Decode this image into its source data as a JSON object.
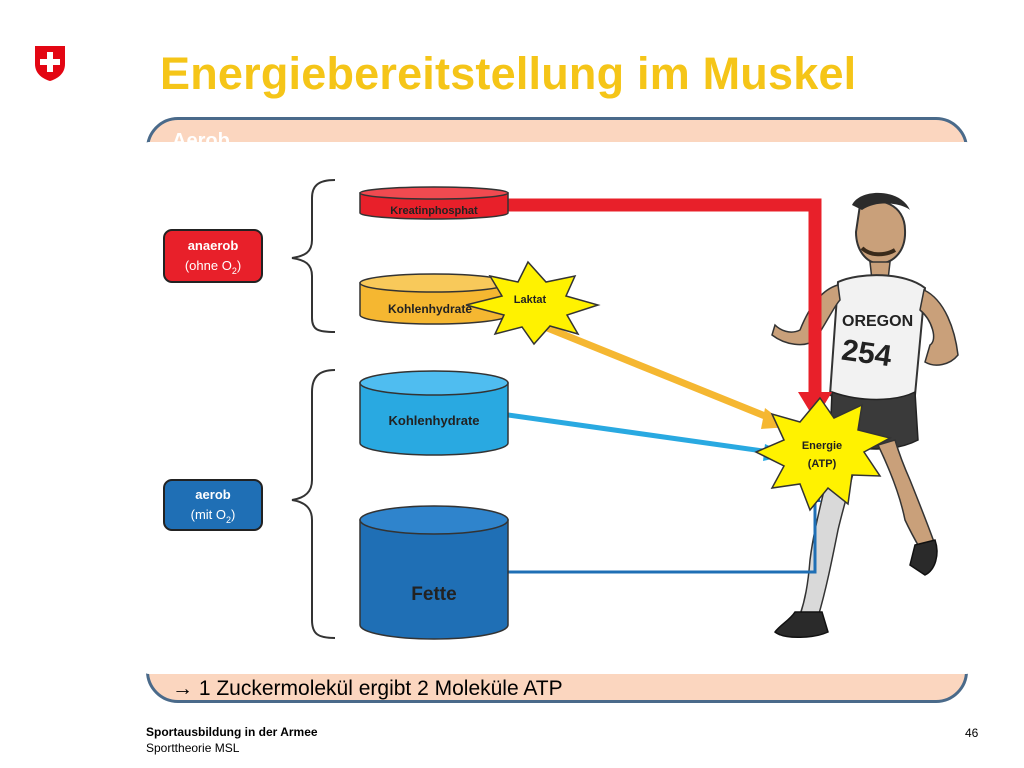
{
  "header": {
    "title": "Energiebereitstellung im Muskel"
  },
  "panel": {
    "partial_label": "Aerob",
    "note": "→ 1 Zuckermolekül ergibt 2 Moleküle ATP"
  },
  "diagram": {
    "anaerob_title": "anaerob",
    "anaerob_sub_prefix": "(ohne O",
    "anaerob_sub_index": "2",
    "anaerob_sub_suffix": ")",
    "aerob_title": "aerob",
    "aerob_sub_prefix": "(mit O",
    "aerob_sub_index": "2",
    "aerob_sub_suffix": ")",
    "sources": {
      "kreatinphosphat": "Kreatinphosphat",
      "kohlenhydrate_anaerob": "Kohlenhydrate",
      "kohlenhydrate_aerob": "Kohlenhydrate",
      "fette": "Fette"
    },
    "laktat": "Laktat",
    "energie_line1": "Energie",
    "energie_line2": "(ATP)",
    "runner_shirt_text": "OREGON",
    "runner_bib": "254",
    "colors": {
      "red": "#e8202a",
      "orange": "#f5b731",
      "light_blue": "#29a9e1",
      "dark_blue": "#1f6fb5",
      "yellow_star": "#fff200",
      "title_yellow": "#f5c518"
    }
  },
  "footer": {
    "line1": "Sportausbildung in der Armee",
    "line2": "Sporttheorie MSL",
    "page": "46"
  }
}
